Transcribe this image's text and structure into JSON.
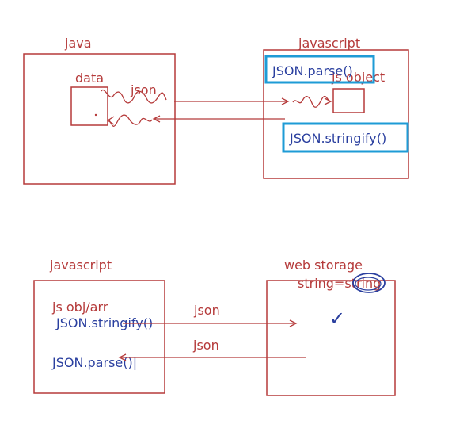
{
  "colors": {
    "ink_red": "#b53a3a",
    "ink_blue": "#2a3f9f",
    "highlight": "#1e9bd6"
  },
  "top_diagram": {
    "java_label": "java",
    "javascript_label": "javascript",
    "data_label": "data",
    "json_label": "json",
    "js_object_label": "js object",
    "parse_label": "JSON.parse()",
    "stringify_label": "JSON.stringify()"
  },
  "bottom_diagram": {
    "javascript_label": "javascript",
    "web_storage_label": "web storage",
    "string_eq_label": "string=string",
    "js_objarr_label": "js obj/arr",
    "stringify_label": "JSON.stringify()",
    "parse_label": "JSON.parse()|",
    "json_top_label": "json",
    "json_bottom_label": "json",
    "check_mark": "✓"
  }
}
